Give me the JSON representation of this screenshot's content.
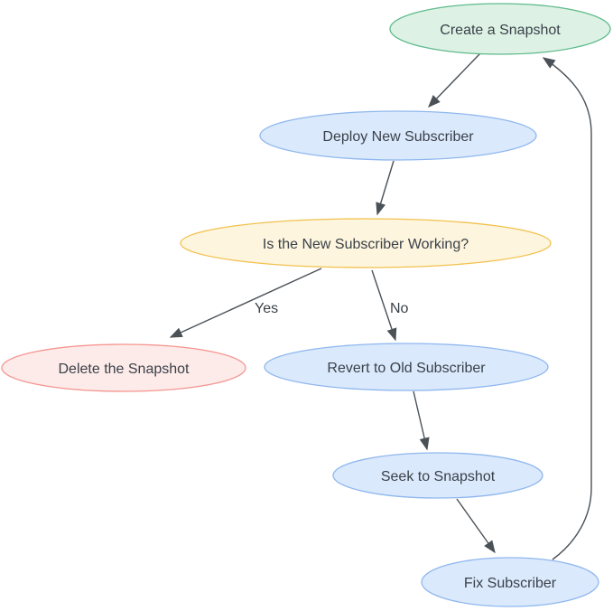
{
  "diagram": {
    "type": "flowchart",
    "background": "#ffffff",
    "edge_color": "#4a5157",
    "text_color": "#3a4149",
    "nodes": [
      {
        "id": "create-snapshot",
        "label": "Create a Snapshot",
        "fill": "#ddf2e5",
        "stroke": "#5fba8b"
      },
      {
        "id": "deploy-new-subscriber",
        "label": "Deploy New Subscriber",
        "fill": "#dbe9fc",
        "stroke": "#8fb7ee"
      },
      {
        "id": "is-working",
        "label": "Is the New Subscriber Working?",
        "fill": "#fdf5dd",
        "stroke": "#f2c14e"
      },
      {
        "id": "delete-snapshot",
        "label": "Delete the Snapshot",
        "fill": "#fdebe9",
        "stroke": "#f49590"
      },
      {
        "id": "revert-old-subscriber",
        "label": "Revert to Old Subscriber",
        "fill": "#dbe9fc",
        "stroke": "#8fb7ee"
      },
      {
        "id": "seek-to-snapshot",
        "label": "Seek to Snapshot",
        "fill": "#dbe9fc",
        "stroke": "#8fb7ee"
      },
      {
        "id": "fix-subscriber",
        "label": "Fix Subscriber",
        "fill": "#dbe9fc",
        "stroke": "#8fb7ee"
      }
    ],
    "edges": [
      {
        "from": "create-snapshot",
        "to": "deploy-new-subscriber",
        "label": ""
      },
      {
        "from": "deploy-new-subscriber",
        "to": "is-working",
        "label": ""
      },
      {
        "from": "is-working",
        "to": "delete-snapshot",
        "label": "Yes"
      },
      {
        "from": "is-working",
        "to": "revert-old-subscriber",
        "label": "No"
      },
      {
        "from": "revert-old-subscriber",
        "to": "seek-to-snapshot",
        "label": ""
      },
      {
        "from": "seek-to-snapshot",
        "to": "fix-subscriber",
        "label": ""
      },
      {
        "from": "fix-subscriber",
        "to": "create-snapshot",
        "label": ""
      }
    ]
  }
}
